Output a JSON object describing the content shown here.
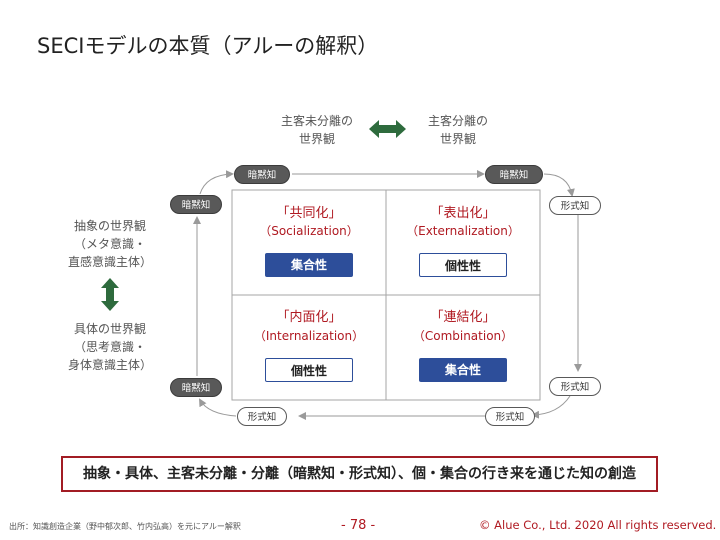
{
  "title": "SECIモデルの本質（アルーの解釈）",
  "top": {
    "left_label": [
      "主客未分離の",
      "世界観"
    ],
    "right_label": [
      "主客分離の",
      "世界観"
    ]
  },
  "side": {
    "upper_label": [
      "抽象の世界観",
      "（メタ意識・",
      "直感意識主体）"
    ],
    "lower_label": [
      "具体の世界観",
      "（思考意識・",
      "身体意識主体）"
    ]
  },
  "quadrants": [
    {
      "title": "「共同化」",
      "sub": "（Socialization）",
      "tag": "集合性",
      "tag_style": "filled"
    },
    {
      "title": "「表出化」",
      "sub": "（Externalization）",
      "tag": "個性性",
      "tag_style": "outline"
    },
    {
      "title": "「内面化」",
      "sub": "（Internalization）",
      "tag": "個性性",
      "tag_style": "outline"
    },
    {
      "title": "「連結化」",
      "sub": "（Combination）",
      "tag": "集合性",
      "tag_style": "filled"
    }
  ],
  "cycle_labels": {
    "top_left": "暗黙知",
    "top_right": "暗黙知",
    "right_upper": "形式知",
    "right_lower": "形式知",
    "bottom_right": "形式知",
    "bottom_left": "形式知",
    "left_lower": "暗黙知",
    "left_upper": "暗黙知"
  },
  "colors": {
    "accent_red": "#b01a22",
    "tag_blue": "#2d4e9a",
    "arrow_green": "#2e6b3d",
    "pill_dark": "#595959"
  },
  "bottom_message": "抽象・具体、主客未分離・分離（暗黙知・形式知）、個・集合の行き来を通じた知の創造",
  "footer": {
    "source": "出所：知識創造企業（野中郁次郎、竹内弘高）を元にアルー解釈",
    "page": "- 78 -",
    "copyright": "© Alue Co., Ltd.  2020  All rights reserved."
  }
}
